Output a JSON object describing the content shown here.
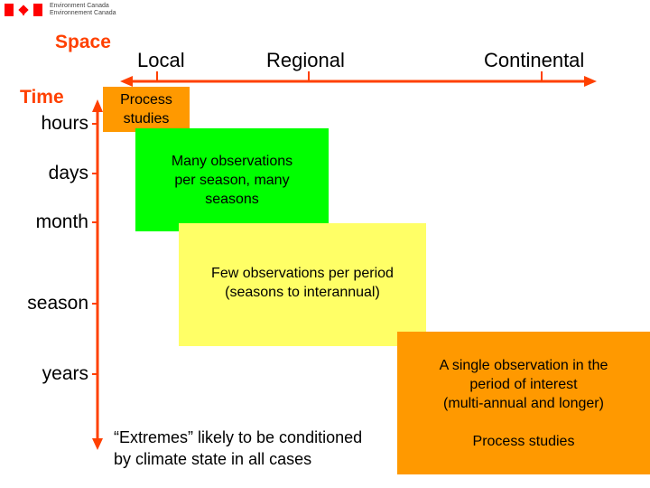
{
  "header": {
    "org_line_en": "Environment Canada",
    "org_line_fr": "Environnement Canada",
    "logo_icon": "canada-flag-icon"
  },
  "axes": {
    "space_title": "Space",
    "time_title": "Time",
    "space_levels": [
      "Local",
      "Regional",
      "Continental"
    ],
    "time_levels": [
      "hours",
      "days",
      "month",
      "season",
      "years"
    ],
    "axis_color": "#ff4000"
  },
  "boxes": {
    "process": {
      "lines": [
        "Process",
        "studies"
      ],
      "color": "#ff9900"
    },
    "many": {
      "lines": [
        "Many observations",
        "per season, many",
        "seasons"
      ],
      "color": "#00ff00"
    },
    "few": {
      "lines": [
        "Few observations per period",
        "(seasons to interannual)"
      ],
      "color": "#ffff66"
    },
    "single": {
      "lines": [
        "A single observation in the",
        "period of interest",
        "(multi-annual and longer)",
        "",
        "Process studies"
      ],
      "color": "#ff9900"
    }
  },
  "note": {
    "lines": [
      "“Extremes” likely to be conditioned",
      "by climate state in all cases"
    ]
  }
}
